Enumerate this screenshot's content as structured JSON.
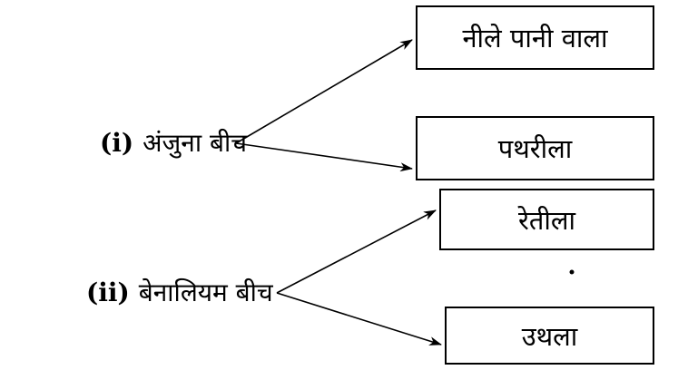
{
  "groups": [
    {
      "number": "(i)",
      "name": "अंजुना बीच",
      "features": [
        "नीले पानी वाला",
        "पथरीला"
      ]
    },
    {
      "number": "(ii)",
      "name": "बेनालियम बीच",
      "features": [
        "रेतीला",
        "उथला"
      ]
    }
  ]
}
